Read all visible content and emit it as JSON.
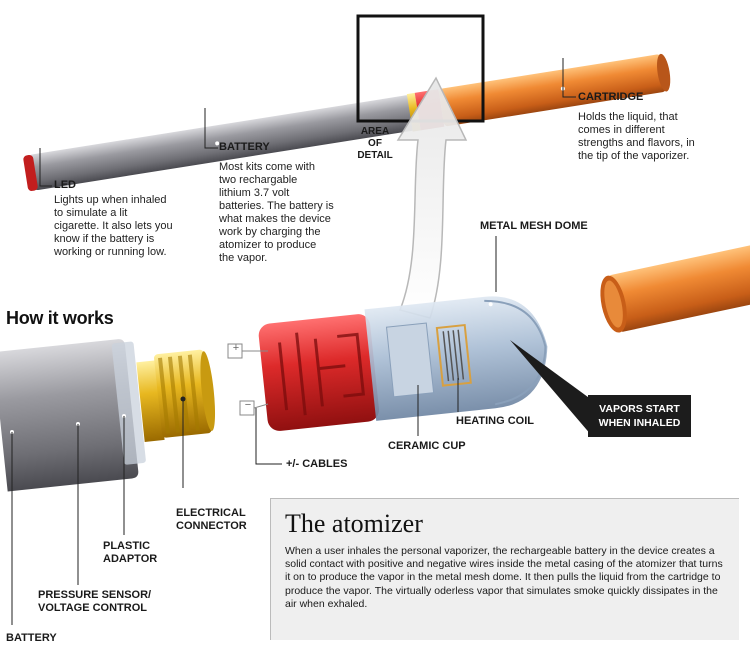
{
  "labels": {
    "led": "LED",
    "battery_top": "BATTERY",
    "area_of_detail": [
      "AREA",
      "OF",
      "DETAIL"
    ],
    "cartridge": "CARTRIDGE",
    "metal_mesh_dome": "METAL MESH DOME",
    "heating_coil": "HEATING COIL",
    "ceramic_cup": "CERAMIC CUP",
    "cables": "+/- CABLES",
    "electrical_connector": [
      "ELECTRICAL",
      "CONNECTOR"
    ],
    "plastic_adaptor": [
      "PLASTIC",
      "ADAPTOR"
    ],
    "pressure_sensor": [
      "PRESSURE SENSOR/",
      "VOLTAGE CONTROL"
    ],
    "battery_bottom": "BATTERY",
    "vapors_start": [
      "VAPORS START",
      "WHEN INHALED"
    ],
    "how_it_works": "How it works",
    "plus": "+",
    "minus": "−"
  },
  "descriptions": {
    "led": [
      "Lights up when inhaled",
      "to simulate a lit",
      "cigarette. It also lets you",
      "know if the battery is",
      "working or running low."
    ],
    "battery": [
      "Most kits come with",
      "two rechargable",
      "lithium 3.7 volt",
      "batteries. The battery is",
      "what makes the device",
      "work by charging the",
      "atomizer to produce",
      "the vapor."
    ],
    "cartridge": [
      "Holds the liquid, that",
      "comes in different",
      "strengths and flavors, in",
      "the tip of the vaporizer."
    ]
  },
  "atomizer": {
    "title": "The atomizer",
    "text": "When a user inhales the personal vaporizer, the rechargeable battery in the device creates a solid contact with positive and negative wires inside the metal casing of the atomizer that turns it on to produce the vapor in the metal mesh dome. It then pulls the liquid from the cartridge to produce the vapor. The virtually oderless vapor that simulates smoke quickly dissipates in the air when exhaled."
  },
  "colors": {
    "battery_gray": "#8a8a8e",
    "cartridge_orange": "#e07a2c",
    "red_band": "#d42a2a",
    "gold": "#e0b020",
    "atomizer_blue": "#9fb4cc",
    "dark_box": "#1c1c1c",
    "panel_bg": "#efefef"
  }
}
